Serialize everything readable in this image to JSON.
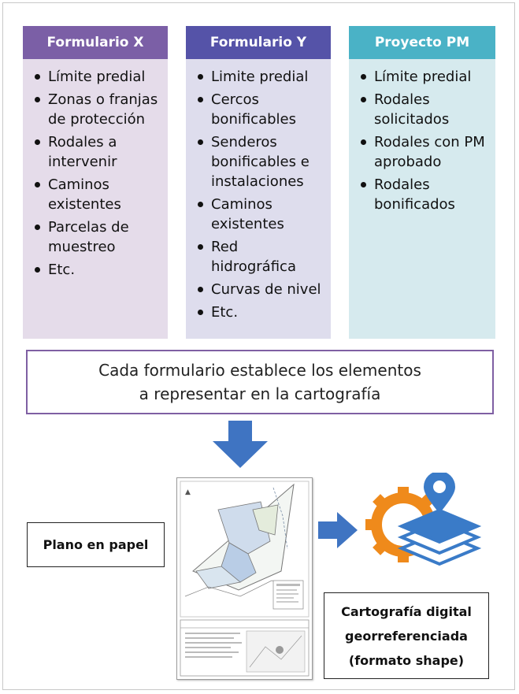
{
  "columns": [
    {
      "title": "Formulario X",
      "items": [
        "Límite predial",
        "Zonas o franjas de protección",
        "Rodales a intervenir",
        "Caminos existentes",
        "Parcelas de muestreo",
        "Etc."
      ],
      "header_color": "#7b5fa6",
      "body_color": "#e5dcea"
    },
    {
      "title": "Formulario Y",
      "items": [
        "Limite predial",
        "Cercos bonificables",
        "Senderos bonificables e instalaciones",
        "Caminos existentes",
        "Red hidrográfica",
        "Curvas de nivel",
        "Etc."
      ],
      "header_color": "#5553a8",
      "body_color": "#dedded"
    },
    {
      "title": "Proyecto PM",
      "items": [
        "Límite predial",
        "Rodales solicitados",
        "Rodales con PM aprobado",
        "Rodales bonificados"
      ],
      "header_color": "#4ab2c6",
      "body_color": "#d6eaee"
    }
  ],
  "statement": {
    "line1": "Cada formulario establece los elementos",
    "line2": "a representar en la cartografía"
  },
  "paper_label": "Plano en papel",
  "digital_label": {
    "line1": "Cartografía digital",
    "line2": "georreferenciada",
    "line3": "(formato shape)"
  },
  "icons": {
    "down_arrow": "arrow-down-icon",
    "right_arrow": "arrow-right-icon",
    "map_thumbnail": "paper-map-thumbnail",
    "geo_icon": "gear-layers-location-icon"
  },
  "colors": {
    "arrow": "#3f74c2",
    "statement_border": "#7f5fa3",
    "gear": "#ef8a1b",
    "layers": "#3a7bc8",
    "pin": "#3a7bc8"
  }
}
